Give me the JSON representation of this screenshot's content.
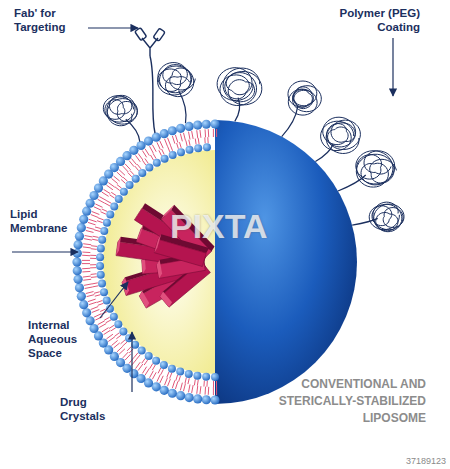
{
  "diagram": {
    "caption": "CONVENTIONAL AND STERICALLY-STABILIZED LIPOSOME",
    "labels": [
      "Fab' for Targeting",
      "Polymer (PEG) Coating",
      "Lipid Membrane",
      "Internal Aqueous Space",
      "Drug Crystals",
      "PIXTA",
      "37189123"
    ]
  }
}
